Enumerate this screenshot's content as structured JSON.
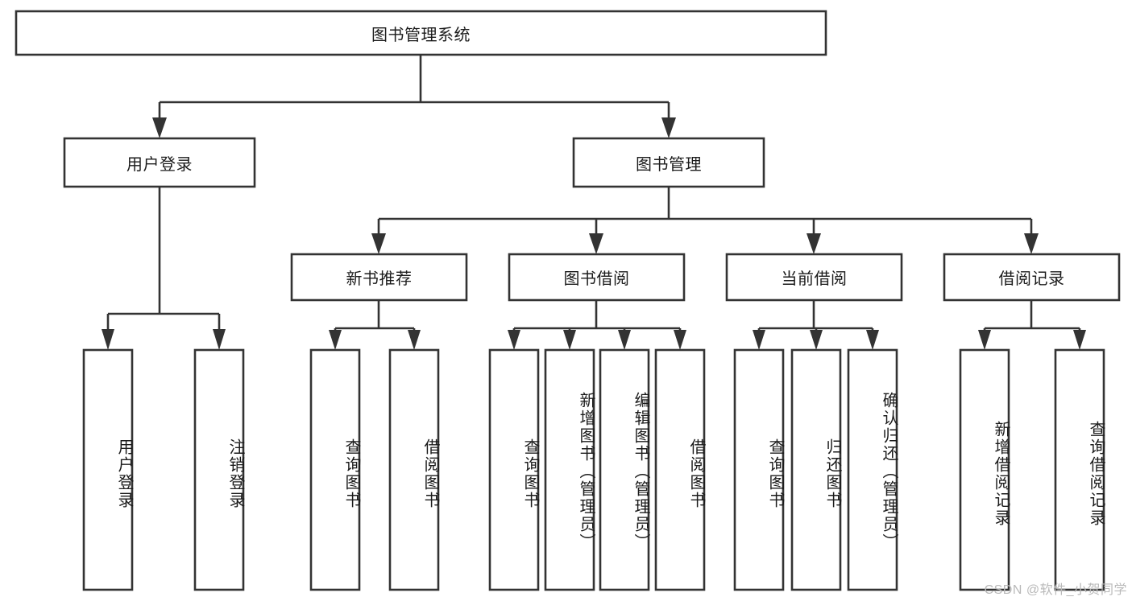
{
  "diagram": {
    "title": "图书管理系统",
    "type": "hierarchy-tree",
    "levels": 4,
    "colors": {
      "stroke": "#333333",
      "fill": "#ffffff",
      "text": "#1b1b1b",
      "watermark": "#b9b9b9",
      "background": "#ffffff"
    },
    "root": {
      "label": "图书管理系统"
    },
    "level2": [
      {
        "label": "用户登录"
      },
      {
        "label": "图书管理"
      }
    ],
    "level3": [
      {
        "label": "新书推荐"
      },
      {
        "label": "图书借阅"
      },
      {
        "label": "当前借阅"
      },
      {
        "label": "借阅记录"
      }
    ],
    "leaves": {
      "user_login": [
        {
          "label": "用户登录"
        },
        {
          "label": "注销登录"
        }
      ],
      "new_book_recommend": [
        {
          "label": "查询图书"
        },
        {
          "label": "借阅图书"
        }
      ],
      "book_borrow": [
        {
          "label": "查询图书"
        },
        {
          "label": "新增图书（管理员）"
        },
        {
          "label": "编辑图书（管理员）"
        },
        {
          "label": "借阅图书"
        }
      ],
      "current_borrow": [
        {
          "label": "查询图书"
        },
        {
          "label": "归还图书"
        },
        {
          "label": "确认归还（管理员）"
        }
      ],
      "borrow_record": [
        {
          "label": "新增借阅记录"
        },
        {
          "label": "查询借阅记录"
        }
      ]
    }
  },
  "watermark": {
    "text": "CSDN @软件_小贺同学"
  }
}
